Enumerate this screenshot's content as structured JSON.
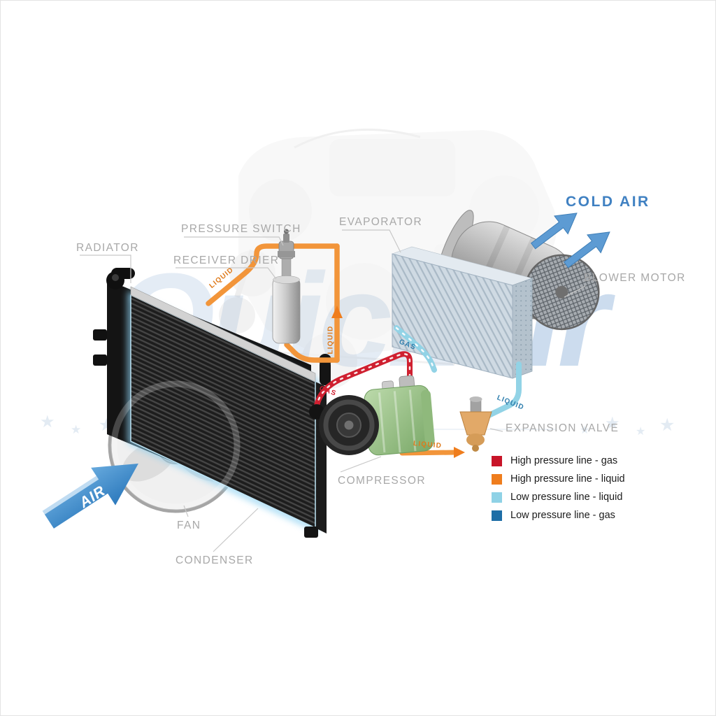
{
  "watermark": {
    "part1": "Quick",
    "part2": "air",
    "star": "★"
  },
  "component_labels": {
    "radiator": "RADIATOR",
    "pressure_switch": "PRESSURE SWITCH",
    "receiver_drier": "RECEIVER DRIER",
    "evaporator": "EVAPORATOR",
    "blower_motor": "BLOWER MOTOR",
    "cold_air": "COLD AIR",
    "expansion_valve": "EXPANSION VALVE",
    "compressor": "COMPRESSOR",
    "fan": "FAN",
    "condenser": "CONDENSER",
    "air_flow": "AIR"
  },
  "pipe_labels": {
    "condenser_inlet_liquid": "LIQUID",
    "riser_liquid": "LIQUID",
    "compressor_discharge_gas": "GAS",
    "evaporator_suction_gas": "GAS",
    "evaporator_return_liquid": "LIQUID",
    "expansion_valve_inlet_liquid": "LIQUID"
  },
  "legend": {
    "items": [
      {
        "label": "High pressure line - gas",
        "color": "#c81428"
      },
      {
        "label": "High pressure line - liquid",
        "color": "#ef7d1d"
      },
      {
        "label": "Low pressure line - liquid",
        "color": "#8fd2e6"
      },
      {
        "label": "Low pressure line -  gas",
        "color": "#1e6ea6"
      }
    ]
  }
}
